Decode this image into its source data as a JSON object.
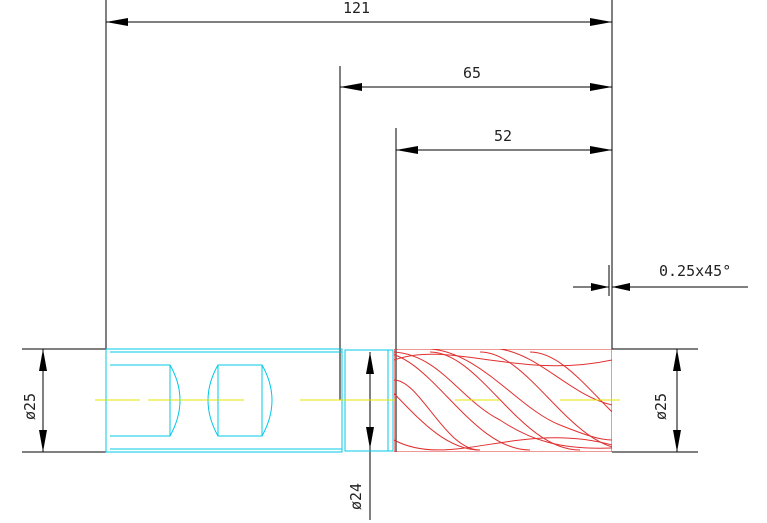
{
  "dimensions": {
    "overall_length": "121",
    "shank_to_tip": "65",
    "flute_length": "52",
    "chamfer": "0.25x45°",
    "left_diameter": "ø25",
    "right_diameter": "ø25",
    "neck_diameter": "ø24"
  },
  "colors": {
    "dimension_lines": "#000000",
    "shank_outline": "#00c8e6",
    "flutes": "#e03030",
    "centerline": "#e6e600",
    "background": "#ffffff"
  }
}
